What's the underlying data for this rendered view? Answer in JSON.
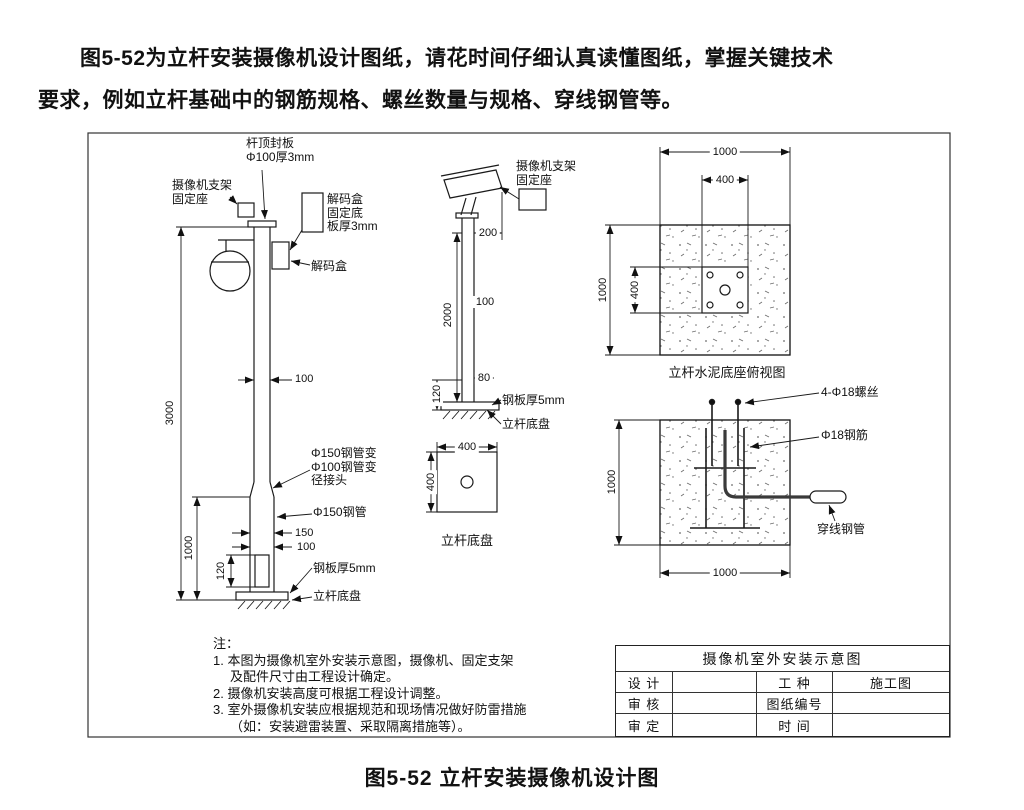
{
  "colors": {
    "ink": "#111111",
    "paper": "#ffffff"
  },
  "intro": {
    "line1": "图5-52为立杆安装摄像机设计图纸，请花时间仔细认真读懂图纸，掌握关键技术",
    "line2": "要求，例如立杆基础中的钢筋规格、螺丝数量与规格、穿线钢管等。"
  },
  "caption": "图5-52  立杆安装摄像机设计图",
  "front_view": {
    "top_plate1": "杆顶封板",
    "top_plate2": "Φ100厚3mm",
    "seat1": "摄像机支架",
    "seat2": "固定座",
    "decoder_plate1": "解码盒",
    "decoder_plate2": "固定底",
    "decoder_plate3": "板厚3mm",
    "decoder": "解码盒",
    "dim3000": "3000",
    "dim100": "100",
    "reducer1": "Φ150钢管变",
    "reducer2": "Φ100钢管变",
    "reducer3": "径接头",
    "pipe": "Φ150钢管",
    "dim150": "150",
    "dim100b": "100",
    "dim1000": "1000",
    "dim120": "120",
    "plate": "钢板厚5mm",
    "base": "立杆底盘"
  },
  "side_view": {
    "seat1": "摄像机支架",
    "seat2": "固定座",
    "dim200": "200",
    "dim2000": "2000",
    "dim100": "100",
    "dim80": "80",
    "dim120": "120",
    "plate": "钢板厚5mm",
    "base": "立杆底盘"
  },
  "base_plate": {
    "dim_w": "400",
    "dim_h": "400",
    "label": "立杆底盘"
  },
  "top_view": {
    "dim1000w": "1000",
    "dim400w": "400",
    "dim1000h": "1000",
    "dim400h": "400",
    "label": "立杆水泥底座俯视图"
  },
  "section_view": {
    "bolts": "4-Φ18螺丝",
    "rebar": "Φ18钢筋",
    "conduit": "穿线钢管",
    "dim_h": "1000",
    "dim_w": "1000"
  },
  "notes": {
    "title": "注：",
    "l1": "1. 本图为摄像机室外安装示意图，摄像机、固定支架",
    "l2": "及配件尺寸由工程设计确定。",
    "l3": "2. 摄像机安装高度可根据工程设计调整。",
    "l4": "3. 室外摄像机安装应根据规范和现场情况做好防雷措施",
    "l5": "（如：安装避雷装置、采取隔离措施等）。"
  },
  "title_block": {
    "header": "摄像机室外安装示意图",
    "design": "设 计",
    "work_type": "工 种",
    "construction": "施工图",
    "review": "审 核",
    "drawing_no": "图纸编号",
    "approve": "审 定",
    "date": "时 间"
  }
}
